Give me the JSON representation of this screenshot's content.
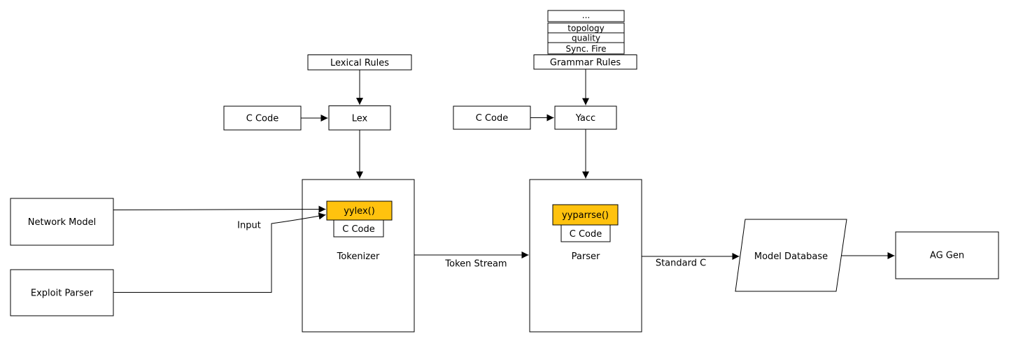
{
  "colors": {
    "background": "#ffffff",
    "line": "#000000",
    "box_fill": "#ffffff",
    "highlight_fill": "#ffc20e"
  },
  "nodes": {
    "stack_ellipsis": "...",
    "stack_topology": "topology",
    "stack_quality": "quality",
    "stack_sync_fire": "Sync. Fire",
    "grammar_rules": "Grammar Rules",
    "lexical_rules": "Lexical Rules",
    "c_code_lex": "C Code",
    "lex": "Lex",
    "c_code_yacc": "C Code",
    "yacc": "Yacc",
    "network_model": "Network Model",
    "exploit_parser": "Exploit Parser",
    "tokenizer": "Tokenizer",
    "yylex": "yylex()",
    "c_code_tokenizer": "C Code",
    "parser": "Parser",
    "yyparrse": "yyparrse()",
    "c_code_parser": "C Code",
    "model_database": "Model Database",
    "ag_gen": "AG Gen"
  },
  "edge_labels": {
    "input": "Input",
    "token_stream": "Token Stream",
    "standard_c": "Standard C"
  }
}
